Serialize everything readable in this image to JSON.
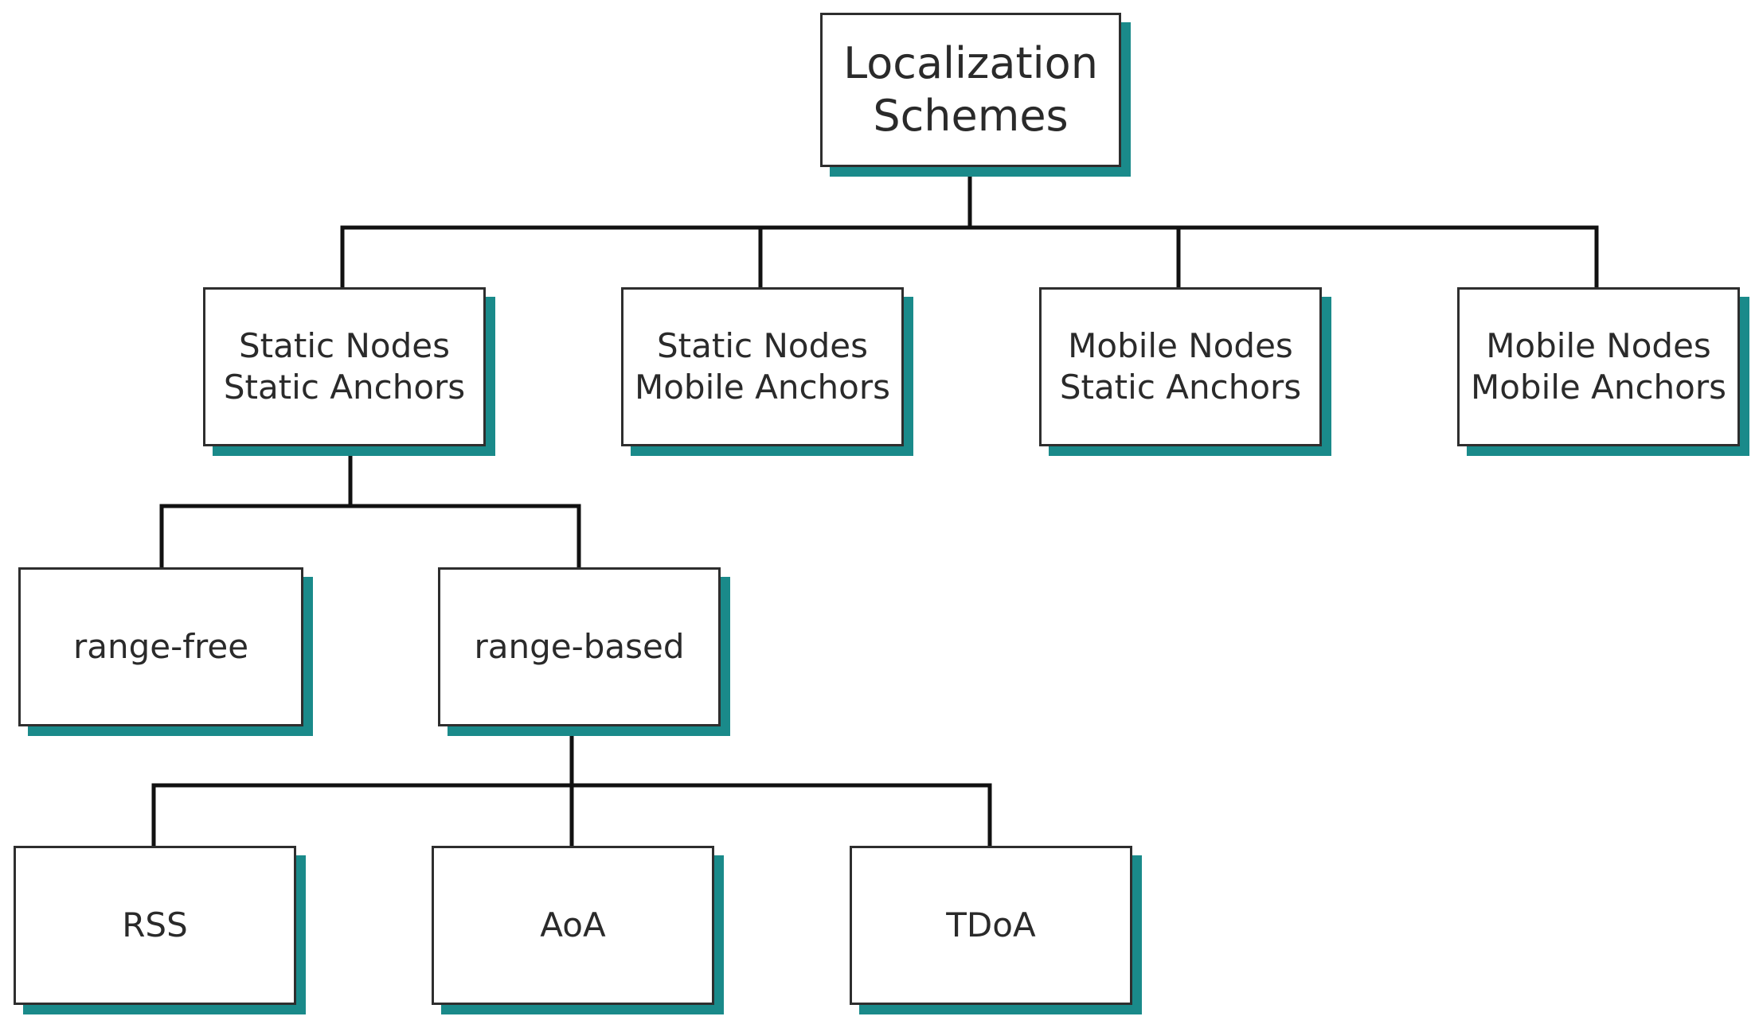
{
  "diagram": {
    "type": "tree",
    "colors": {
      "line": "#111111",
      "box_border": "#2e2e2e",
      "box_shadow": "#1a8a8a",
      "background": "#ffffff"
    },
    "nodes": {
      "root": "Localization\nSchemes",
      "static_static": "Static Nodes\nStatic Anchors",
      "static_mobile": "Static Nodes\nMobile Anchors",
      "mobile_static": "Mobile Nodes\nStatic Anchors",
      "mobile_mobile": "Mobile Nodes\nMobile Anchors",
      "range_free": "range-free",
      "range_based": "range-based",
      "rss": "RSS",
      "aoa": "AoA",
      "tdoa": "TDoA"
    },
    "edges": [
      [
        "root",
        "static_static"
      ],
      [
        "root",
        "static_mobile"
      ],
      [
        "root",
        "mobile_static"
      ],
      [
        "root",
        "mobile_mobile"
      ],
      [
        "static_static",
        "range_free"
      ],
      [
        "static_static",
        "range_based"
      ],
      [
        "range_based",
        "rss"
      ],
      [
        "range_based",
        "aoa"
      ],
      [
        "range_based",
        "tdoa"
      ]
    ]
  }
}
